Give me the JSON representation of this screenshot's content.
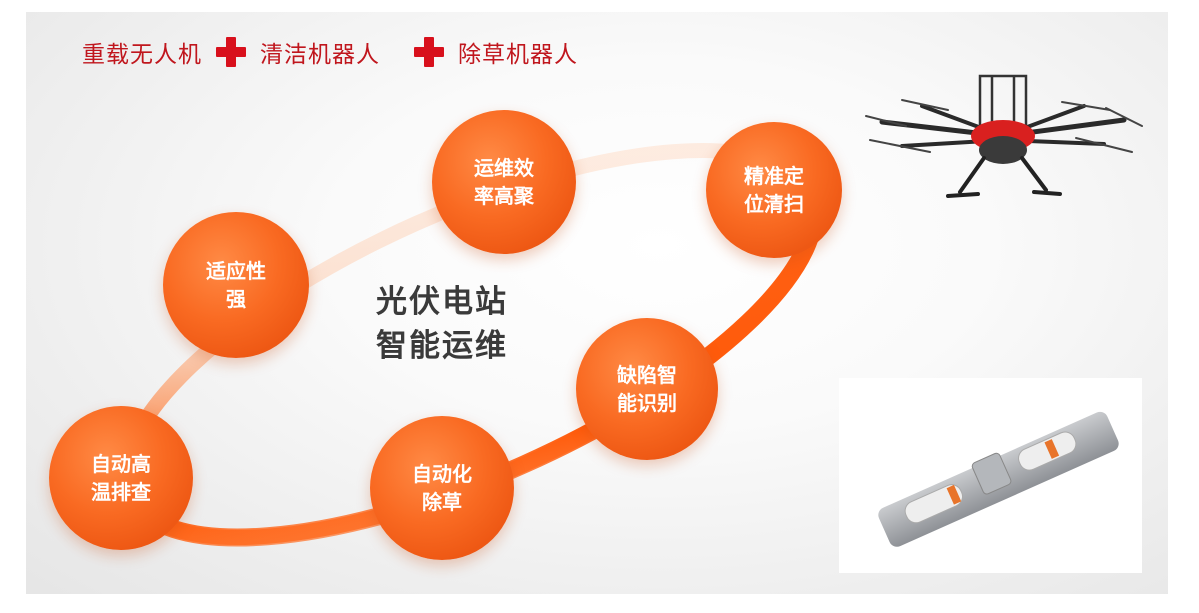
{
  "header": {
    "item1": "重载无人机",
    "item2": "清洁机器人",
    "item3": "除草机器人",
    "separator_icon": "plus-icon",
    "accent_color": "#c0161d"
  },
  "center": {
    "line1": "光伏电站",
    "line2": "智能运维"
  },
  "nodes": {
    "efficiency": {
      "line1": "运维效",
      "line2": "率高聚"
    },
    "positioning": {
      "line1": "精准定",
      "line2": "位清扫"
    },
    "adaptability": {
      "line1": "适应性",
      "line2": "强"
    },
    "defect": {
      "line1": "缺陷智",
      "line2": "能识别"
    },
    "temperature": {
      "line1": "自动高",
      "line2": "温排查"
    },
    "weeding": {
      "line1": "自动化",
      "line2": "除草"
    }
  },
  "images": {
    "drone": "heavy-lift-drone-photo",
    "robot": "cleaning-robot-photo"
  },
  "colors": {
    "node_orange": "#f96a22",
    "ring_orange": "#ff6a1a",
    "title_gray": "#3a3a3a"
  }
}
